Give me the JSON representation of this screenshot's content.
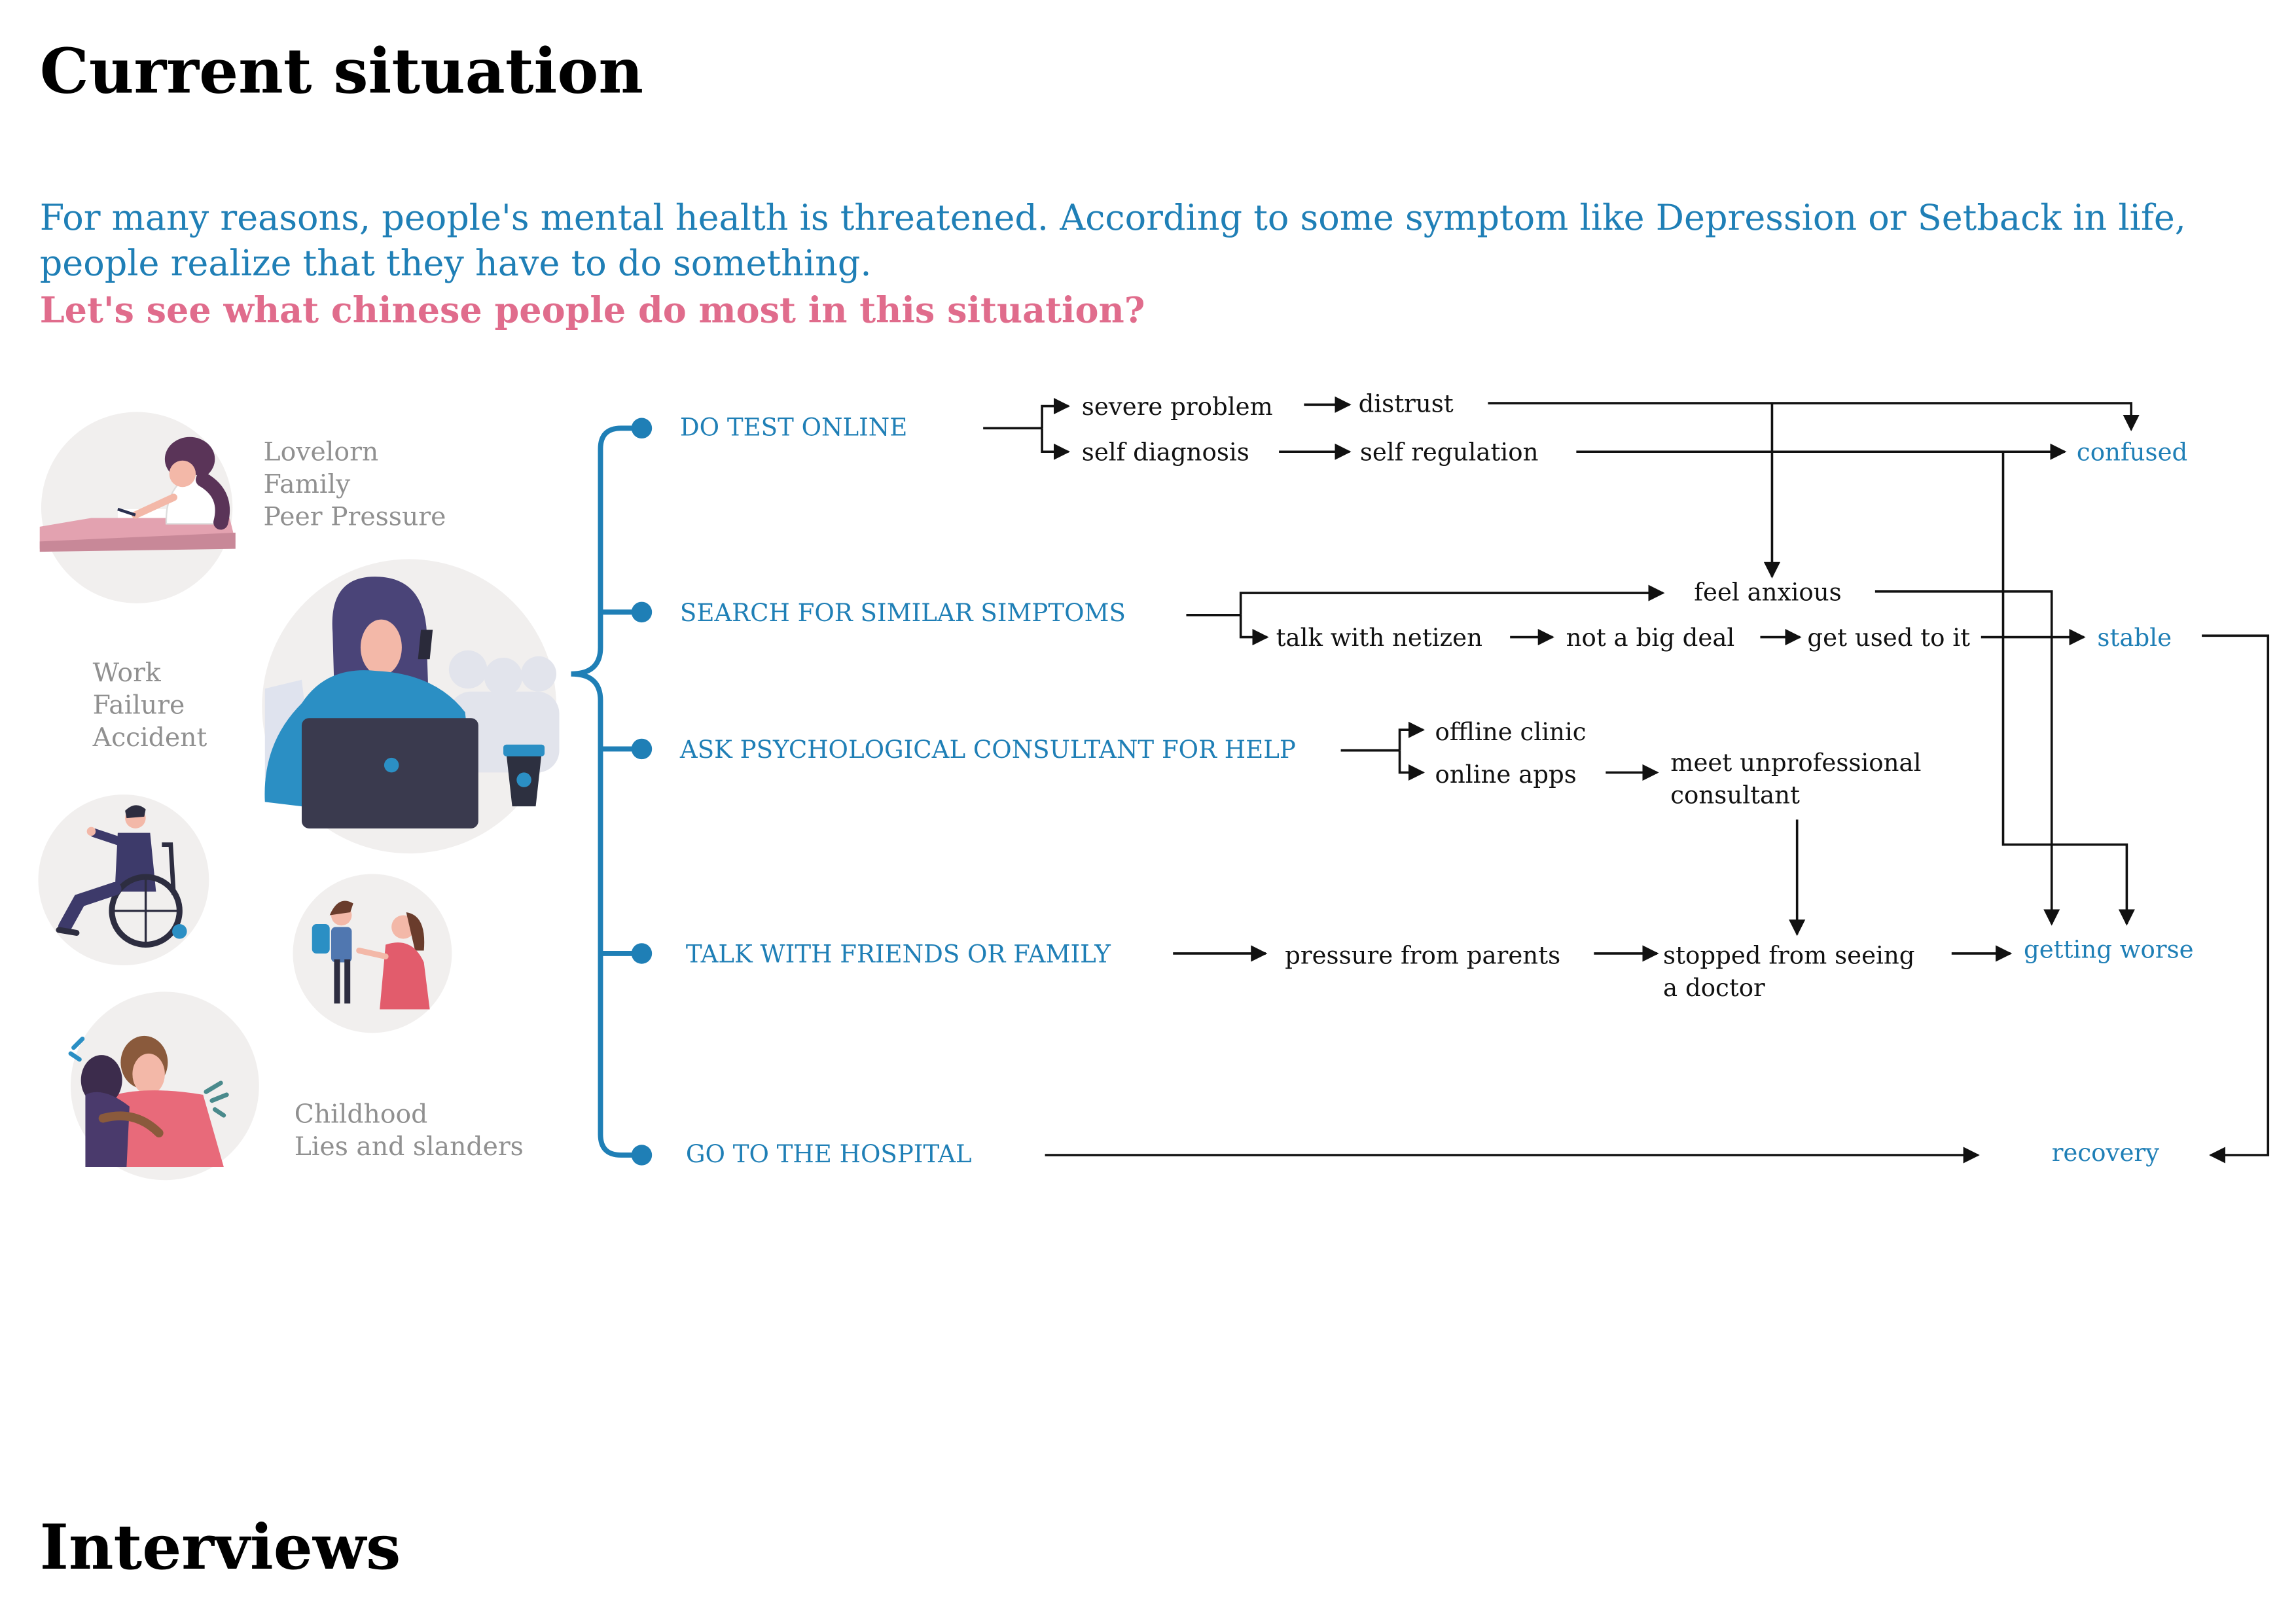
{
  "page": {
    "title": "Current situation",
    "intro_text": "For many reasons, people's mental health is threatened. According to some symptom like Depression or Setback in life, people realize that they have to do something.",
    "question": "Let's see what chinese people do most in this situation?",
    "section_title": "Interviews"
  },
  "colors": {
    "accent_blue": "#1f7fb6",
    "accent_pink": "#e06c8c",
    "reason_gray": "#909090"
  },
  "reasons": {
    "group1": [
      "Lovelorn",
      "Family",
      "Peer Pressure"
    ],
    "group2": [
      "Work",
      "Failure",
      "Accident"
    ],
    "group3": [
      "Childhood",
      "Lies and slanders"
    ]
  },
  "illustrations": [
    "woman-writing-illustration",
    "woman-on-phone-with-laptop-illustration",
    "man-in-wheelchair-illustration",
    "mother-and-child-illustration",
    "couple-embracing-illustration"
  ],
  "categories": [
    "DO TEST ONLINE",
    "SEARCH FOR SIMILAR SIMPTOMS",
    "ASK PSYCHOLOGICAL CONSULTANT FOR HELP",
    "TALK WITH FRIENDS OR FAMILY",
    "GO TO THE HOSPITAL"
  ],
  "nodes": {
    "severe_problem": "severe problem",
    "distrust": "distrust",
    "self_diagnosis": "self diagnosis",
    "self_regulation": "self regulation",
    "feel_anxious": "feel anxious",
    "talk_with_netizen": "talk with netizen",
    "not_a_big_deal": "not a big deal",
    "get_used_to_it": "get used to it",
    "offline_clinic": "offline clinic",
    "online_apps": "online apps",
    "meet_unprofessional": [
      "meet unprofessional",
      "consultant"
    ],
    "pressure_from_parents": "pressure from parents",
    "stopped_from_seeing": [
      "stopped from seeing",
      "a doctor"
    ]
  },
  "outcomes": {
    "confused": "confused",
    "stable": "stable",
    "getting_worse": "getting worse",
    "recovery": "recovery"
  }
}
